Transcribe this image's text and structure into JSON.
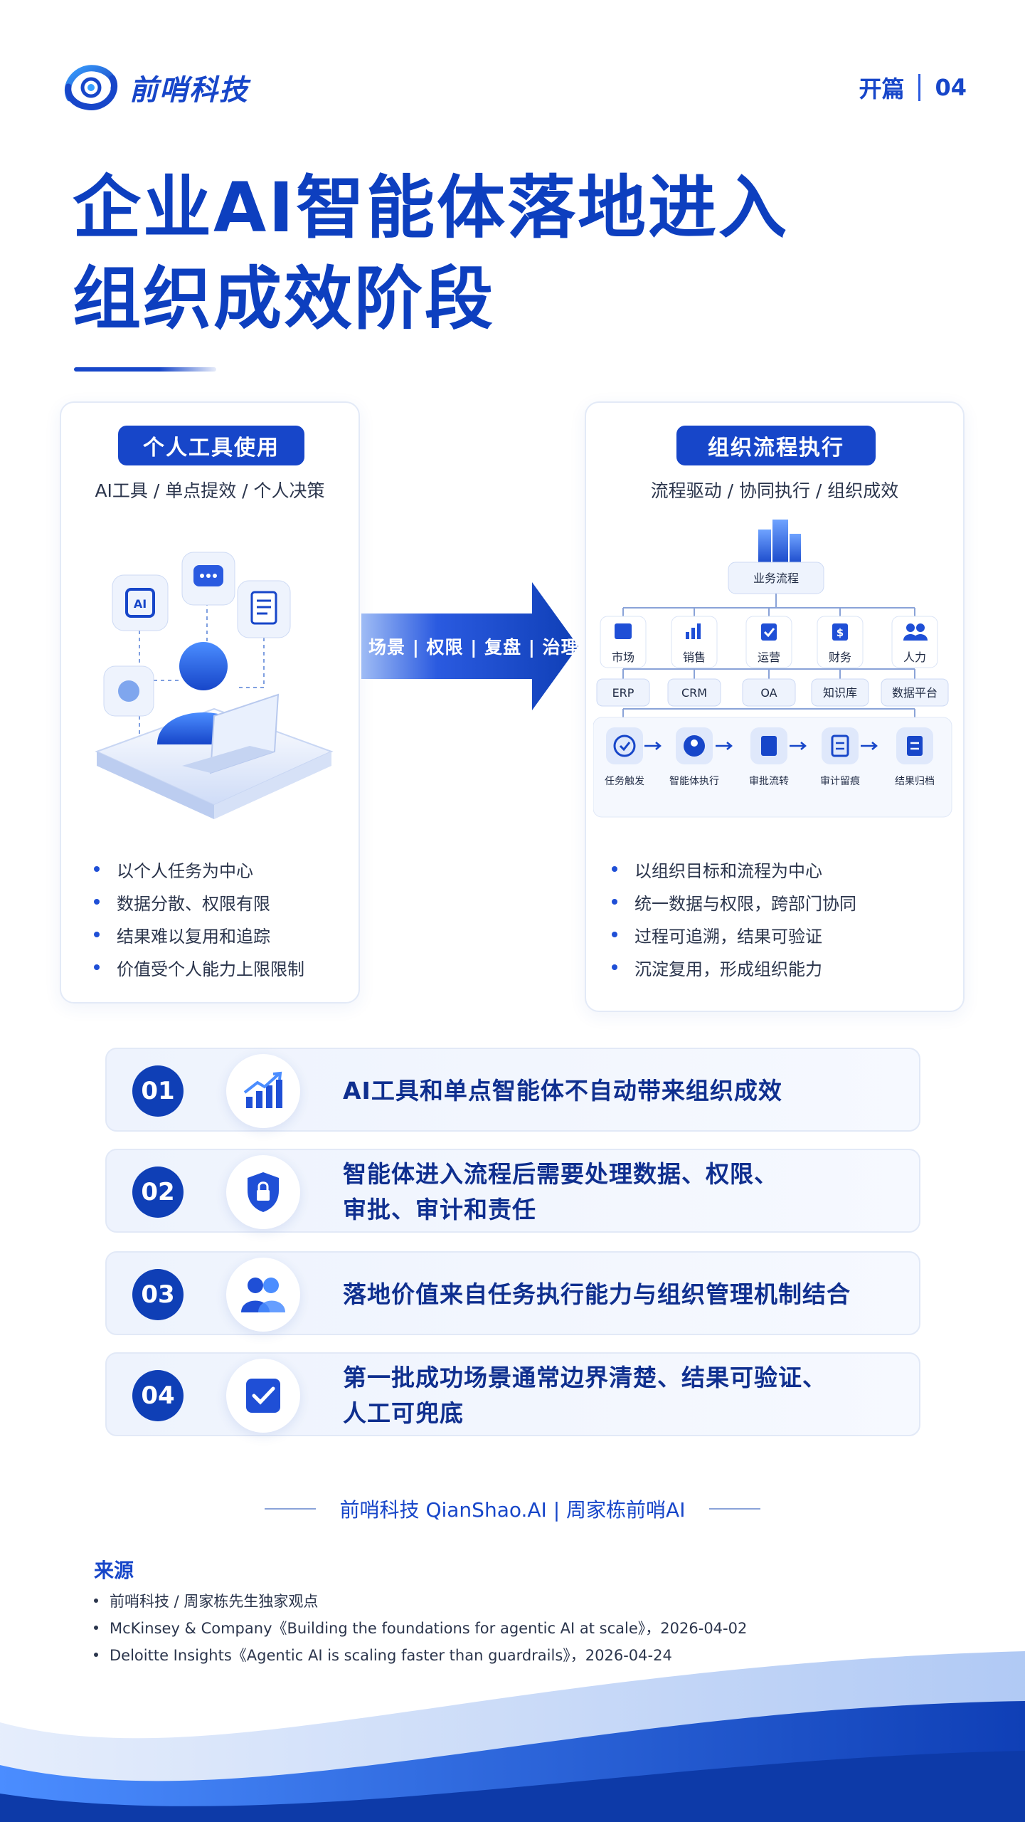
{
  "header": {
    "brand_name": "前哨科技",
    "chapter_label": "开篇",
    "chapter_number": "04"
  },
  "title": {
    "line1": "企业AI智能体落地进入",
    "line2": "组织成效阶段"
  },
  "left_panel": {
    "pill": "个人工具使用",
    "subtitle": "AI工具 / 单点提效 / 个人决策",
    "bullets": [
      "以个人任务为中心",
      "数据分散、权限有限",
      "结果难以复用和追踪",
      "价值受个人能力上限限制"
    ]
  },
  "arrow": {
    "label": "场景 | 权限 | 复盘 | 治理"
  },
  "right_panel": {
    "pill": "组织流程执行",
    "subtitle": "流程驱动 / 协同执行 / 组织成效",
    "root_node": "业务流程",
    "departments": [
      "市场",
      "销售",
      "运营",
      "财务",
      "人力"
    ],
    "systems": [
      "ERP",
      "CRM",
      "OA",
      "知识库",
      "数据平台"
    ],
    "steps": [
      "任务触发",
      "智能体执行",
      "审批流转",
      "审计留痕",
      "结果归档"
    ],
    "bullets": [
      "以组织目标和流程为中心",
      "统一数据与权限，跨部门协同",
      "过程可追溯，结果可验证",
      "沉淀复用，形成组织能力"
    ]
  },
  "cards": [
    {
      "num": "01",
      "icon": "growth-chart-icon",
      "line1": "AI工具和单点智能体不自动带来组织成效",
      "line2": ""
    },
    {
      "num": "02",
      "icon": "shield-lock-icon",
      "line1": "智能体进入流程后需要处理数据、权限、",
      "line2": "审批、审计和责任"
    },
    {
      "num": "03",
      "icon": "users-icon",
      "line1": "落地价值来自任务执行能力与组织管理机制结合",
      "line2": ""
    },
    {
      "num": "04",
      "icon": "checkbox-icon",
      "line1": "第一批成功场景通常边界清楚、结果可验证、",
      "line2": "人工可兜底"
    }
  ],
  "footer": {
    "brand_line": "前哨科技 QianShao.AI | 周家栋前哨AI",
    "sources_title": "来源",
    "sources": [
      "前哨科技 / 周家栋先生独家观点",
      "McKinsey & Company《Building the foundations for agentic AI at scale》，2026-04-02",
      "Deloitte Insights《Agentic AI is scaling faster than guardrails》，2026-04-24"
    ]
  },
  "colors": {
    "primary": "#1746c9",
    "dark": "#0f3fb6",
    "text": "#2b354c"
  }
}
